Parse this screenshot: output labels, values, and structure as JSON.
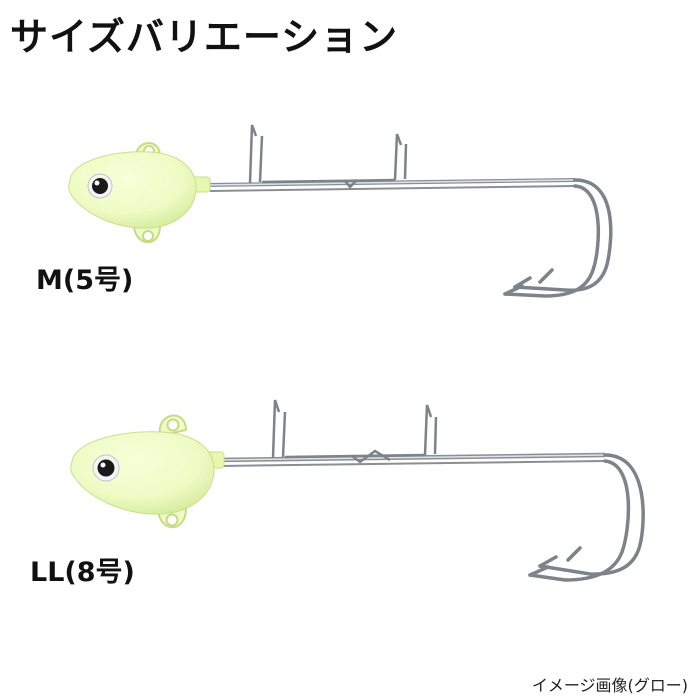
{
  "title": "サイズバリエーション",
  "variants": [
    {
      "label": "M(5号)"
    },
    {
      "label": "LL(8号)"
    }
  ],
  "caption": "イメージ画像(グロー)",
  "colors": {
    "glow_head": "#eefbc4",
    "glow_shade": "#d4ec97",
    "wire": "#8a8f96",
    "wire_light": "#d9dde2",
    "text": "#111111"
  },
  "icons": {
    "jig_head": "glow-jig-head-with-assist-hook"
  }
}
